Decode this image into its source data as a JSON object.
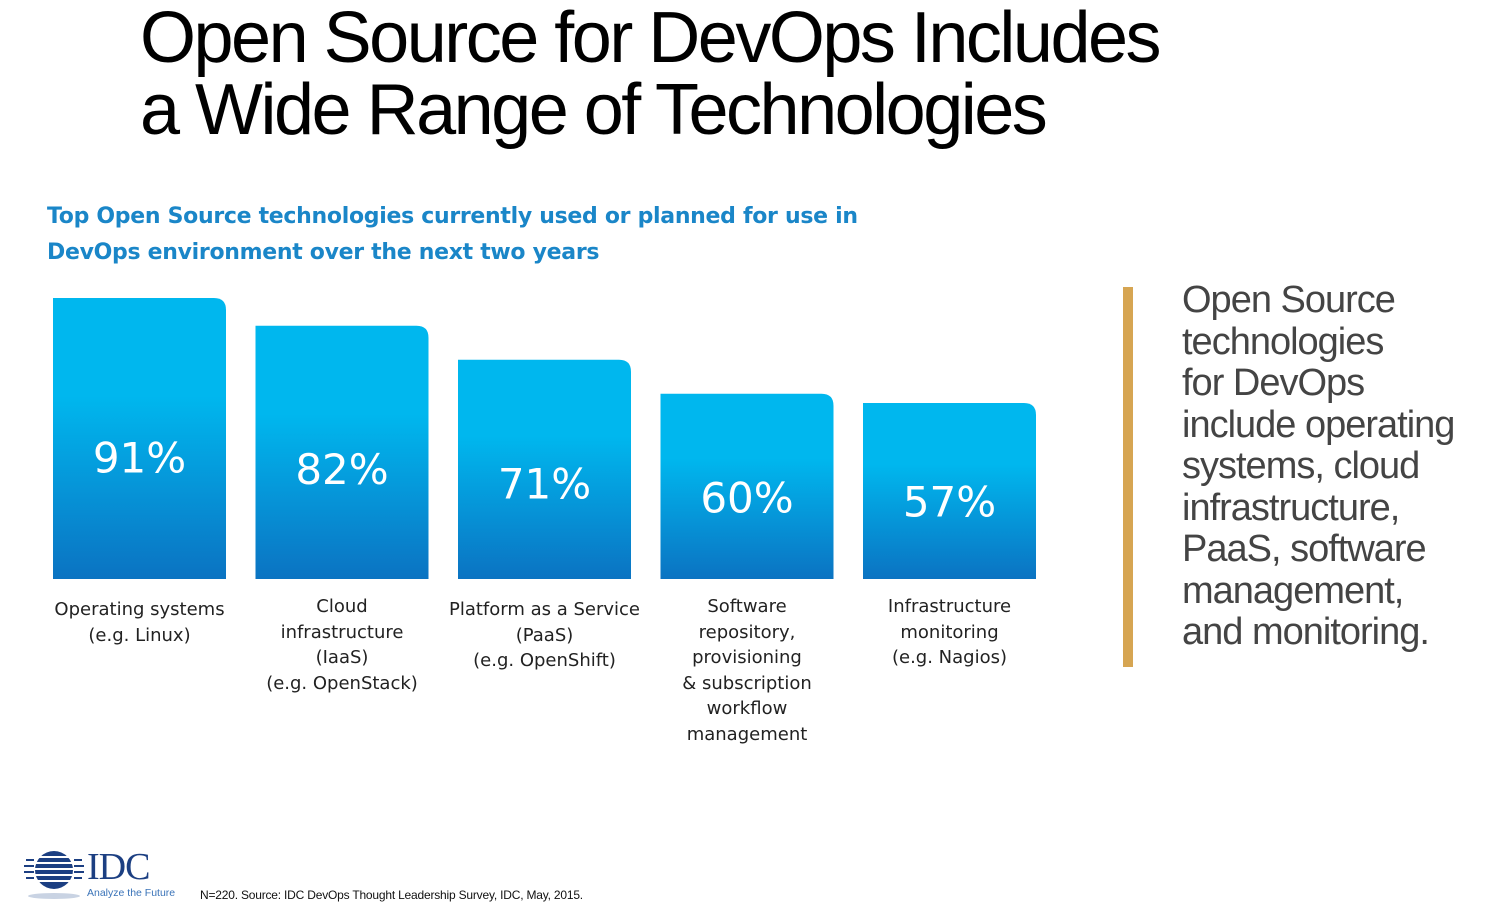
{
  "slide": {
    "title_lines": [
      "Open Source for DevOps Includes",
      "a Wide Range of Technologies"
    ],
    "side_text_lines": [
      "Open Source",
      "technologies",
      "for DevOps",
      "include operating",
      "systems, cloud",
      "infrastructure,",
      "PaaS, software",
      "management,",
      "and monitoring."
    ],
    "footnote": "N=220. Source: IDC DevOps Thought Leadership Survey, IDC, May, 2015.",
    "logo": {
      "name": "IDC",
      "tagline": "Analyze the Future"
    },
    "colors": {
      "subtitle": "#1a86c8",
      "bar_top": "#00b7ee",
      "bar_bottom": "#0b73c2",
      "divider": "#d6a552"
    }
  },
  "chart_data": {
    "type": "bar",
    "title_lines": [
      "Top Open Source technologies currently used or planned for use in",
      "DevOps environment over the next two years"
    ],
    "categories": [
      [
        "Operating systems",
        "(e.g. Linux)"
      ],
      [
        "Cloud",
        "infrastructure",
        "(IaaS)",
        "(e.g. OpenStack)"
      ],
      [
        "Platform as a Service",
        "(PaaS)",
        "(e.g. OpenShift)"
      ],
      [
        "Software",
        "repository,",
        "provisioning",
        "& subscription",
        "workflow",
        "management"
      ],
      [
        "Infrastructure",
        "monitoring",
        "(e.g. Nagios)"
      ]
    ],
    "values": [
      91,
      82,
      71,
      60,
      57
    ],
    "value_labels": [
      "91%",
      "82%",
      "71%",
      "60%",
      "57%"
    ],
    "unit": "%",
    "xlabel": "",
    "ylabel": "",
    "grid": false,
    "legend": "none"
  }
}
